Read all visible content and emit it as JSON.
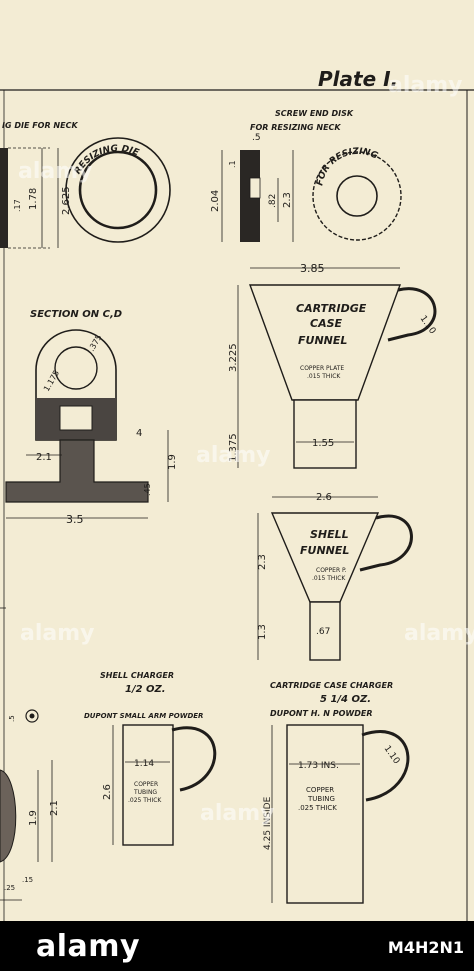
{
  "plate": {
    "title": "Plate I."
  },
  "resizing_die": {
    "caption": "IG DIE FOR NECK",
    "ring_label": "RESIZING DIE",
    "dims": {
      "outer": "2.625",
      "inner": "1.78",
      "small": ".17"
    }
  },
  "screw_end_disk": {
    "caption_line1": "SCREW END DISK",
    "caption_line2": "FOR RESIZING NECK",
    "ring_label": "FOR RESIZING",
    "dims": {
      "top": ".5",
      "height": "2.04",
      "inner": ".82",
      "outer": "2.3",
      "notch": ".1"
    }
  },
  "section": {
    "caption": "SECTION ON C,D",
    "dims": {
      "width": "3.5",
      "base": "2.1",
      "height": "1.9",
      "mid": "4",
      "small": ".45",
      "r1": ".375",
      "r2": "1.175"
    }
  },
  "cartridge_funnel": {
    "name_line1": "CARTRIDGE",
    "name_line2": "CASE",
    "name_line3": "FUNNEL",
    "material_line1": "COPPER PLATE",
    "material_line2": ".015 THICK",
    "dims": {
      "top_width": "3.85",
      "height": "3.225",
      "handle": "1.10",
      "spout_height": "1.375",
      "spout_width": "1.55"
    }
  },
  "shell_funnel": {
    "name_line1": "SHELL",
    "name_line2": "FUNNEL",
    "material_line1": "COPPER P.",
    "material_line2": ".015 THICK",
    "dims": {
      "top_width": "2.6",
      "height": "2.3",
      "spout_height": "1.3",
      "spout_width": ".67"
    }
  },
  "shell_charger": {
    "title": "SHELL CHARGER",
    "amount": "1/2 OZ.",
    "powder": "DUPONT SMALL ARM POWDER",
    "material_line1": "COPPER",
    "material_line2": "TUBING",
    "material_line3": ".025 THICK",
    "dims": {
      "width": "1.14",
      "height": "2.6"
    }
  },
  "cartridge_charger": {
    "title": "CARTRIDGE CASE CHARGER",
    "amount": "5 1/4 OZ.",
    "powder": "DUPONT H. N POWDER",
    "material_line1": "COPPER",
    "material_line2": "TUBING",
    "material_line3": ".025 THICK",
    "dims": {
      "width": "1.73 INS.",
      "height": "4.25 INSIDE",
      "handle": "1.10"
    }
  },
  "left_part": {
    "dims": {
      "d1": "1.9",
      "d2": "2.1",
      "d3": ".15",
      "d4": ".25",
      "d5": ".5"
    }
  },
  "watermarks": [
    "alamy",
    "alamy",
    "alamy",
    "alamy",
    "alamy",
    "alamy"
  ],
  "footer": {
    "brand": "alamy",
    "code": "M4H2N1"
  }
}
